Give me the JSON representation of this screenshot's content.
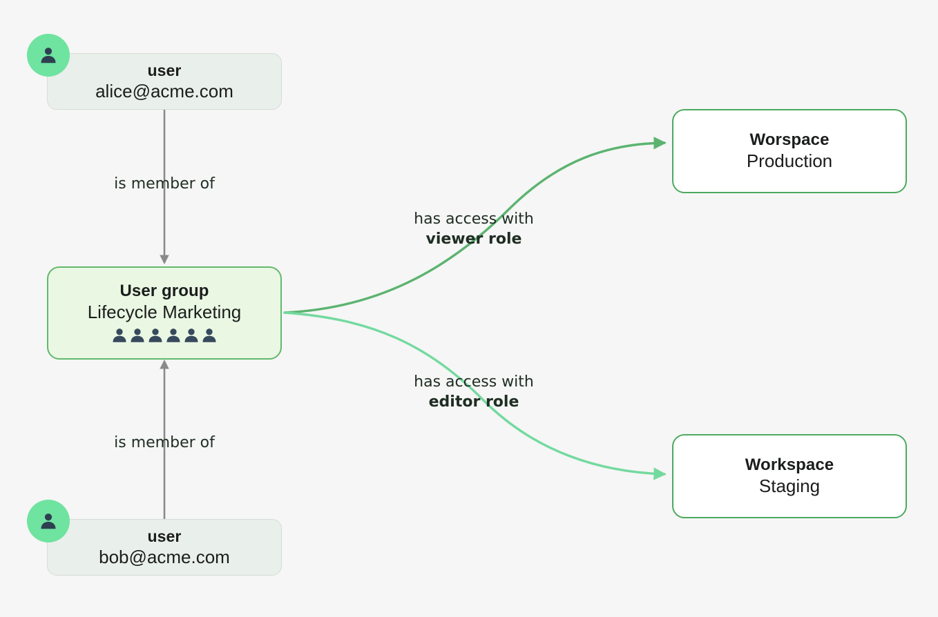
{
  "diagram": {
    "type": "access-control-graph",
    "background_color": "#f5f6f5"
  },
  "nodes": {
    "user_alice": {
      "kind": "user",
      "title": "user",
      "subtitle": "alice@acme.com",
      "avatar_icon": "person-icon",
      "avatar_color": "#6fe3a0",
      "fill": "#e9efeb",
      "border": "#d6dcd8"
    },
    "user_group": {
      "kind": "user-group",
      "title": "User group",
      "subtitle": "Lifecycle Marketing",
      "member_icon": "person-icon",
      "member_count": 6,
      "fill": "#eaf7e3",
      "border": "#61b96c"
    },
    "user_bob": {
      "kind": "user",
      "title": "user",
      "subtitle": "bob@acme.com",
      "avatar_icon": "person-icon",
      "avatar_color": "#6fe3a0",
      "fill": "#e9efeb",
      "border": "#d6dcd8"
    },
    "workspace_production": {
      "kind": "workspace",
      "title": "Worspace",
      "subtitle": "Production",
      "fill": "#ffffff",
      "border": "#4ca95f"
    },
    "workspace_staging": {
      "kind": "workspace",
      "title": "Workspace",
      "subtitle": "Staging",
      "fill": "#ffffff",
      "border": "#4ca95f"
    }
  },
  "edges": {
    "alice_membership": {
      "label": "is member of",
      "from": "user_alice",
      "to": "user_group",
      "color": "#8a8a8a",
      "direction": "down"
    },
    "bob_membership": {
      "label": "is member of",
      "from": "user_bob",
      "to": "user_group",
      "color": "#8a8a8a",
      "direction": "up"
    },
    "viewer_access": {
      "label_line1": "has access with",
      "label_line2": "viewer role",
      "from": "user_group",
      "to": "workspace_production",
      "color": "#5cb370"
    },
    "editor_access": {
      "label_line1": "has access with",
      "label_line2": "editor role",
      "from": "user_group",
      "to": "workspace_staging",
      "color": "#74d99f"
    }
  }
}
